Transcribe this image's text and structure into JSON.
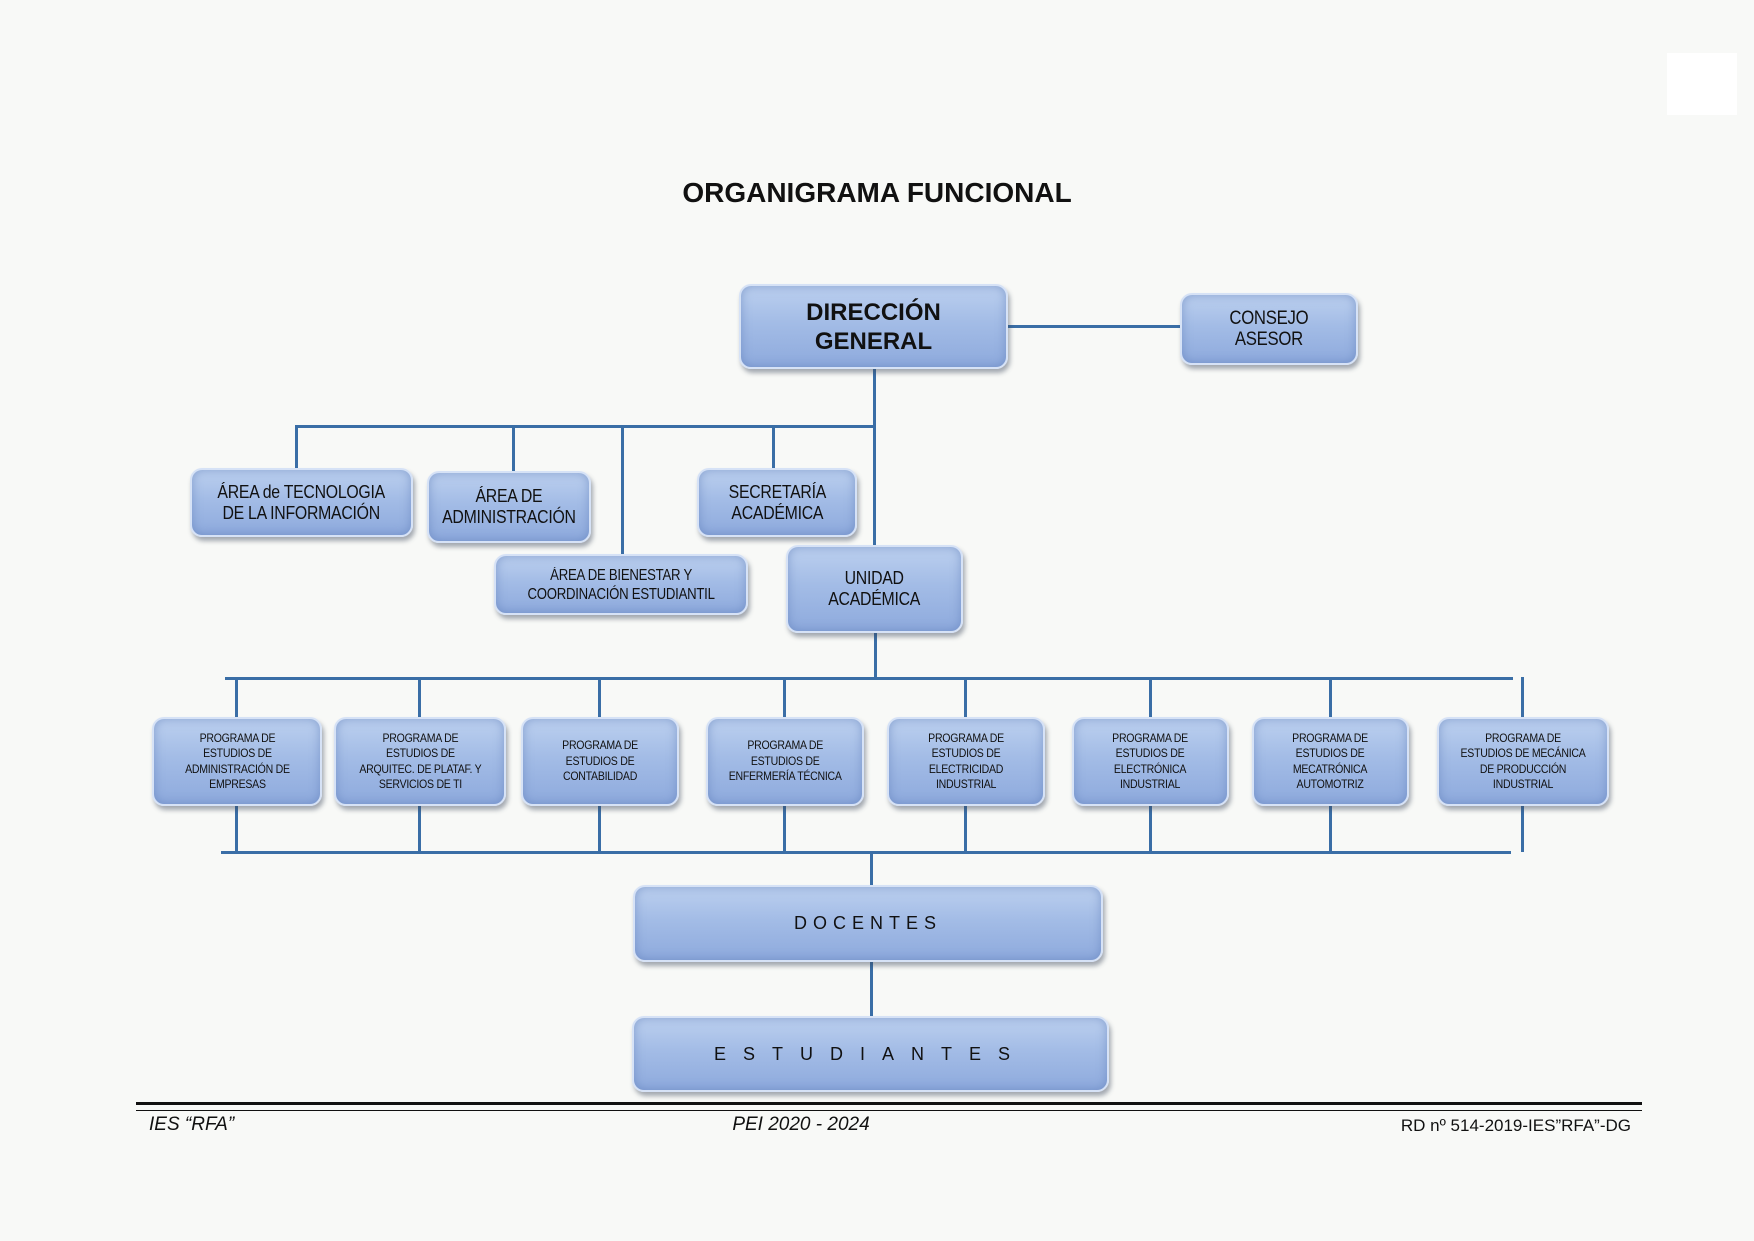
{
  "title": "ORGANIGRAMA FUNCIONAL",
  "nodes": {
    "direccion_general": "DIRECCIÓN\nGENERAL",
    "consejo_asesor": "CONSEJO\nASESOR",
    "area_ti": "ÁREA de TECNOLOGIA\nDE LA INFORMACIÓN",
    "area_administracion": "ÁREA DE\nADMINISTRACIÓN",
    "area_bienestar": "ÁREA DE BIENESTAR Y\nCOORDINACIÓN ESTUDIANTIL",
    "secretaria_academica": "SECRETARÍA\nACADÉMICA",
    "unidad_academica": "UNIDAD\nACADÉMICA",
    "docentes": "DOCENTES",
    "estudiantes": "ESTUDIANTES"
  },
  "programs": [
    "PROGRAMA DE\nESTUDIOS DE\nADMINISTRACIÓN DE\nEMPRESAS",
    "PROGRAMA DE\nESTUDIOS DE\nARQUITEC. DE PLATAF. Y\nSERVICIOS DE TI",
    "PROGRAMA DE\nESTUDIOS DE\nCONTABILIDAD",
    "PROGRAMA DE\nESTUDIOS DE\nENFERMERÍA TÉCNICA",
    "PROGRAMA DE\nESTUDIOS DE\nELECTRICIDAD\nINDUSTRIAL",
    "PROGRAMA DE\nESTUDIOS DE\nELECTRÓNICA\nINDUSTRIAL",
    "PROGRAMA DE\nESTUDIOS DE\nMECATRÓNICA\nAUTOMOTRIZ",
    "PROGRAMA DE\nESTUDIOS DE MECÁNICA\nDE PRODUCCIÓN\nINDUSTRIAL"
  ],
  "footer": {
    "left": "IES “RFA”",
    "center": "PEI 2020 - 2024",
    "right": "RD nº 514-2019-IES”RFA”-DG"
  },
  "colors": {
    "line": "#3a6ea6",
    "box": "#a3bce6"
  }
}
